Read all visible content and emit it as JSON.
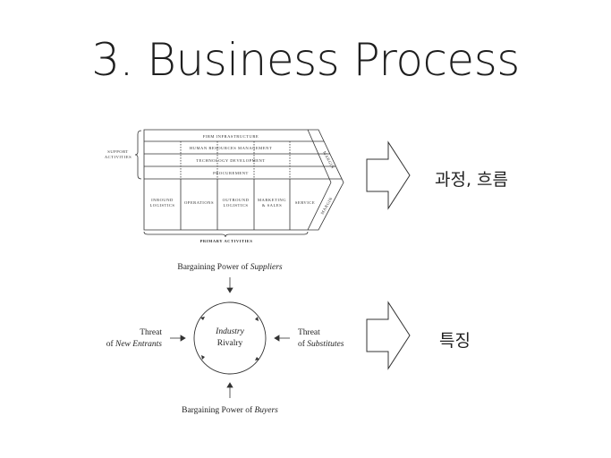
{
  "slide": {
    "title": "3. Business Process"
  },
  "value_chain": {
    "support_label_1": "SUPPORT",
    "support_label_2": "ACTIVITIES",
    "support_rows": [
      "FIRM INFRASTRUCTURE",
      "HUMAN RESOURCES MANAGEMENT",
      "TECHNOLOGY DEVELOPMENT",
      "PROCUREMENT"
    ],
    "primary": [
      {
        "line1": "INBOUND",
        "line2": "LOGISTICS"
      },
      {
        "line1": "OPERATIONS",
        "line2": ""
      },
      {
        "line1": "OUTBOUND",
        "line2": "LOGISTICS"
      },
      {
        "line1": "MARKETING",
        "line2": "& SALES"
      },
      {
        "line1": "SERVICE",
        "line2": ""
      }
    ],
    "primary_label": "PRIMARY ACTIVITIES",
    "margin_label": "MARGIN",
    "caption": "과정, 흐름"
  },
  "five_forces": {
    "top_prefix": "Bargaining Power of ",
    "top_italic": "Suppliers",
    "bottom_prefix": "Bargaining Power of ",
    "bottom_italic": "Buyers",
    "left_line1": "Threat",
    "left_prefix": "of ",
    "left_italic": "New Entrants",
    "right_line1": "Threat",
    "right_prefix": "of ",
    "right_italic": "Substitutes",
    "center_italic": "Industry",
    "center_line2": "Rivalry",
    "caption": "특징"
  }
}
